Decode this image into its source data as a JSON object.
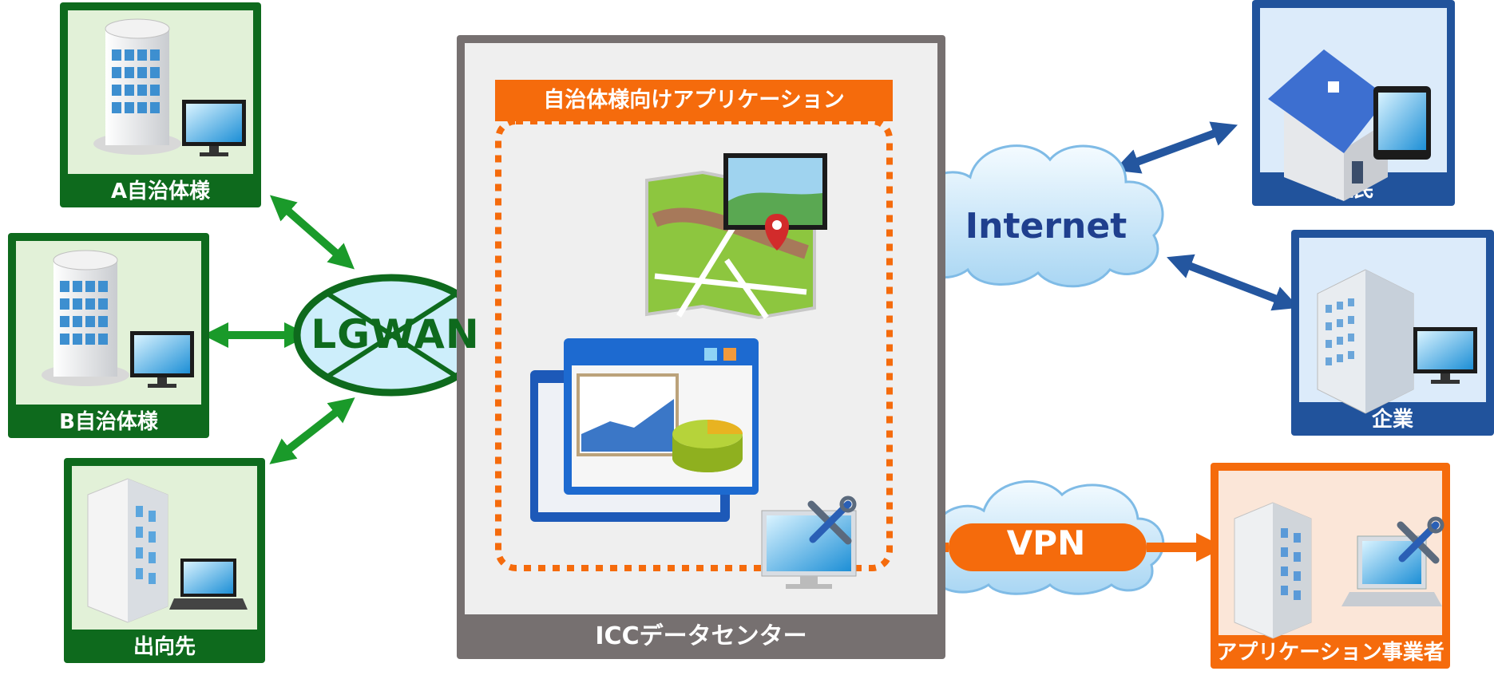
{
  "nodes": {
    "a_jichitai": "A自治体様",
    "b_jichitai": "B自治体様",
    "shukkousaki": "出向先",
    "jumin": "住民",
    "kigyo": "企業",
    "app_vendor": "アプリケーション事業者"
  },
  "center": {
    "app_title": "自治体様向けアプリケーション",
    "datacenter": "ICCデータセンター"
  },
  "networks": {
    "lgwan": "LGWAN",
    "internet": "Internet",
    "vpn": "VPN"
  },
  "colors": {
    "green": "#0e6a1d",
    "blue": "#21539c",
    "orange": "#f56b0c",
    "gray": "#767070"
  }
}
